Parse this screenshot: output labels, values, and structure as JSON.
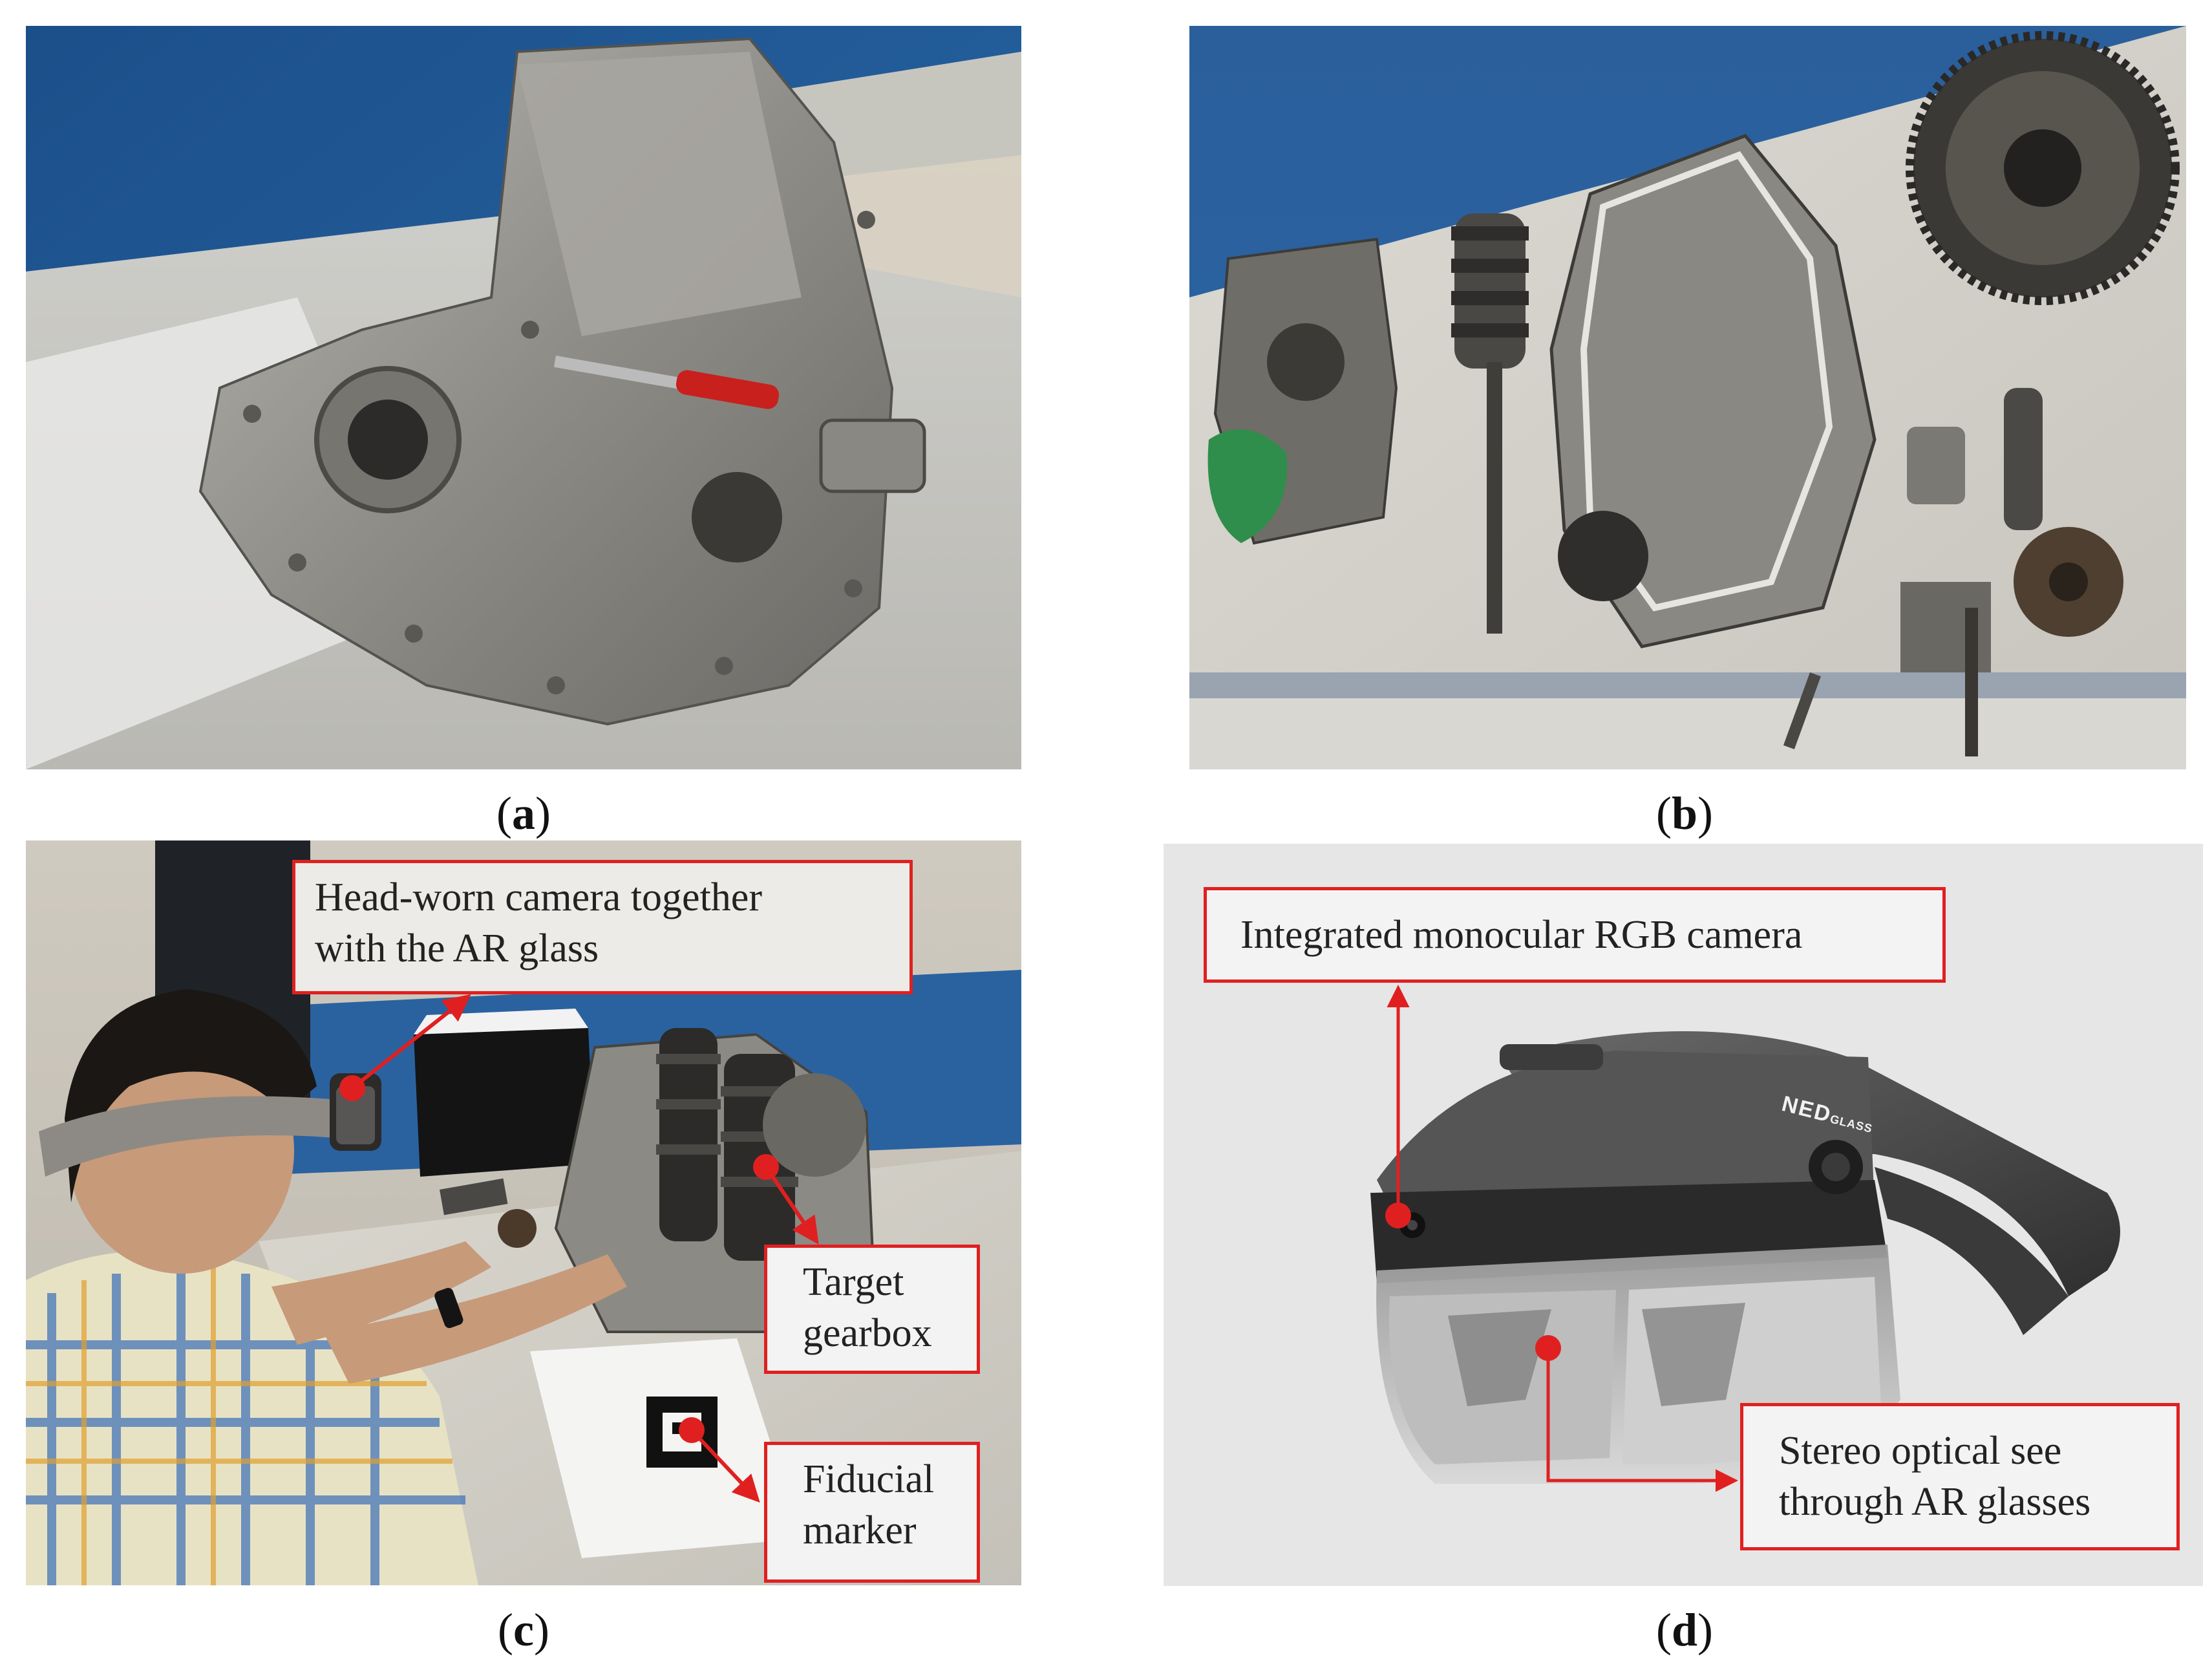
{
  "captions": {
    "a": "a",
    "b": "b",
    "c": "c",
    "d": "d"
  },
  "panel_c": {
    "callouts": {
      "camera": [
        "Head-worn camera together",
        "with the AR glass"
      ],
      "gearbox": [
        "Target",
        "gearbox"
      ],
      "marker": [
        "Fiducial",
        "marker"
      ]
    }
  },
  "panel_d": {
    "brand_logo": "NED GLASS",
    "callouts": {
      "rgb_camera": [
        "Integrated monocular RGB camera"
      ],
      "optical": [
        "Stereo optical see",
        "through AR glasses"
      ]
    }
  },
  "colors": {
    "callout_border": "#e02020",
    "arrow": "#e02020",
    "caption_text": "#111111",
    "panel_d_background": "#e6e6e6"
  }
}
